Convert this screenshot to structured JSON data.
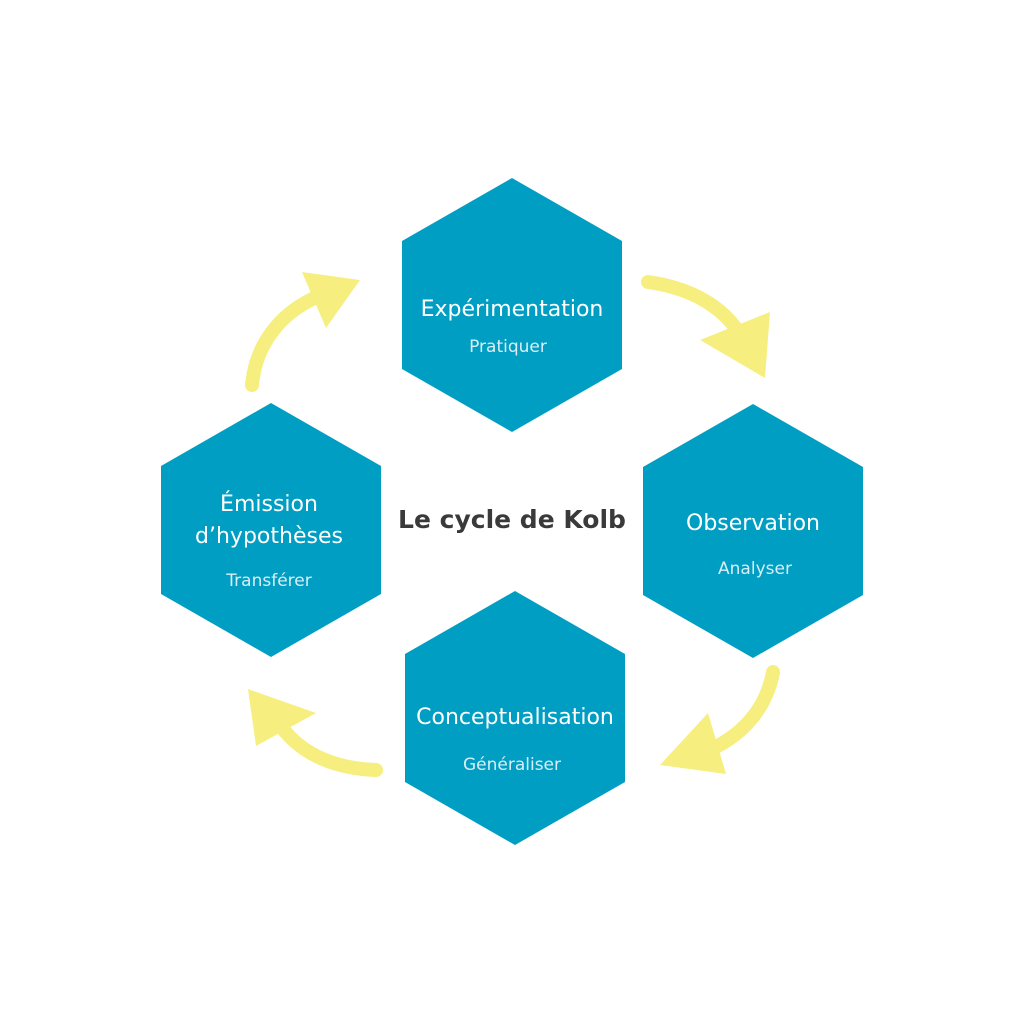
{
  "diagram": {
    "center_title": "Le cycle de Kolb",
    "colors": {
      "hexagon": "#009ec3",
      "arrow": "#f6ef7f",
      "center_text": "#3a3a3a",
      "title_text": "#ffffff",
      "subtitle_text": "#d9eef5"
    },
    "stages": [
      {
        "title_line1": "Expérimentation",
        "title_line2": "",
        "subtitle": "Pratiquer"
      },
      {
        "title_line1": "Observation",
        "title_line2": "",
        "subtitle": "Analyser"
      },
      {
        "title_line1": "Conceptualisation",
        "title_line2": "",
        "subtitle": "Généraliser"
      },
      {
        "title_line1": "Émission",
        "title_line2": "d’hypothèses",
        "subtitle": "Transférer"
      }
    ]
  }
}
